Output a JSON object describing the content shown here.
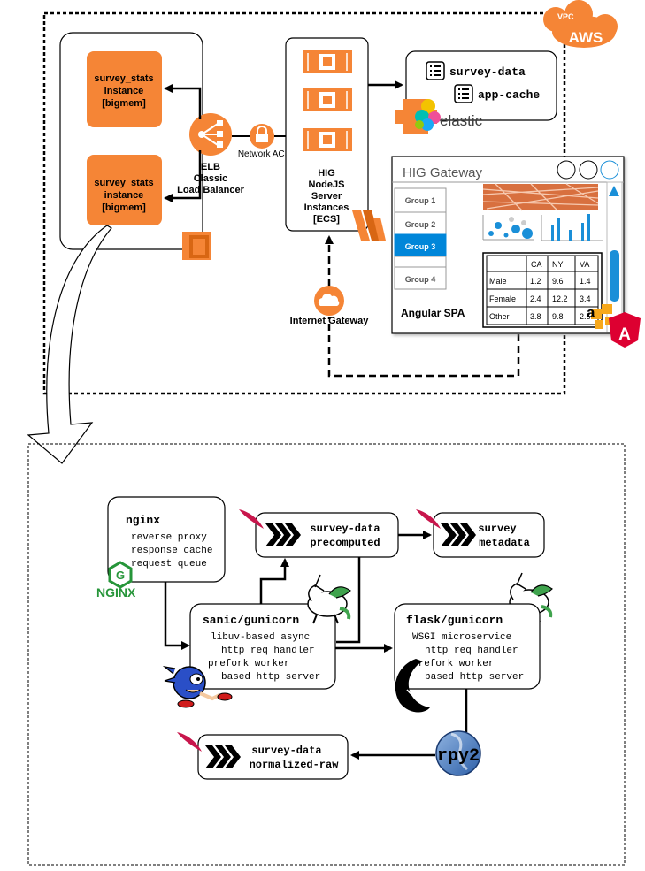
{
  "aws": {
    "vpc": "VPC",
    "brand": "AWS"
  },
  "survey_stats": {
    "top": [
      "survey_stats",
      "instance",
      "[bigmem]"
    ],
    "bottom": [
      "survey_stats",
      "instance",
      "[bigmem]"
    ]
  },
  "elb": {
    "lines": [
      "ELB",
      "Classic",
      "Load Balancer"
    ]
  },
  "network_acl": "Network ACL",
  "hig_server": {
    "lines": [
      "HIG",
      "NodeJS",
      "Server",
      "Instances",
      "[ECS]"
    ]
  },
  "elastic": {
    "survey_data": "survey-data",
    "app_cache": "app-cache",
    "logo_text": "elastic"
  },
  "internet_gateway": "Internet Gateway",
  "hig_gateway": {
    "title": "HIG Gateway",
    "groups": [
      "Group 1",
      "Group 2",
      "Group 3",
      "Group 4"
    ],
    "footer": "Angular SPA",
    "table": {
      "headers": [
        "",
        "CA",
        "NY",
        "VA"
      ],
      "rows": [
        [
          "Male",
          "1.2",
          "9.6",
          "1.4"
        ],
        [
          "Female",
          "2.4",
          "12.2",
          "3.4"
        ],
        [
          "Other",
          "3.8",
          "9.8",
          "2.6"
        ]
      ]
    },
    "overlay_letter": "a",
    "angular_letter": "A"
  },
  "nginx": {
    "title": "nginx",
    "lines": [
      "reverse proxy",
      "response cache",
      "request queue"
    ],
    "logo": "NGINX"
  },
  "precomputed": {
    "lines": [
      "survey-data",
      "precomputed"
    ]
  },
  "metadata": {
    "lines": [
      "survey",
      "metadata"
    ]
  },
  "sanic": {
    "title": "sanic/gunicorn",
    "lines": [
      "libuv-based async",
      "http req handler",
      "prefork worker",
      "based http server"
    ]
  },
  "flask": {
    "title": "flask/gunicorn",
    "lines": [
      "WSGI microservice",
      "http req handler",
      "prefork worker",
      "based http server"
    ]
  },
  "rpy2": "rpy2",
  "normalized": {
    "lines": [
      "survey-data",
      "normalized-raw"
    ]
  }
}
